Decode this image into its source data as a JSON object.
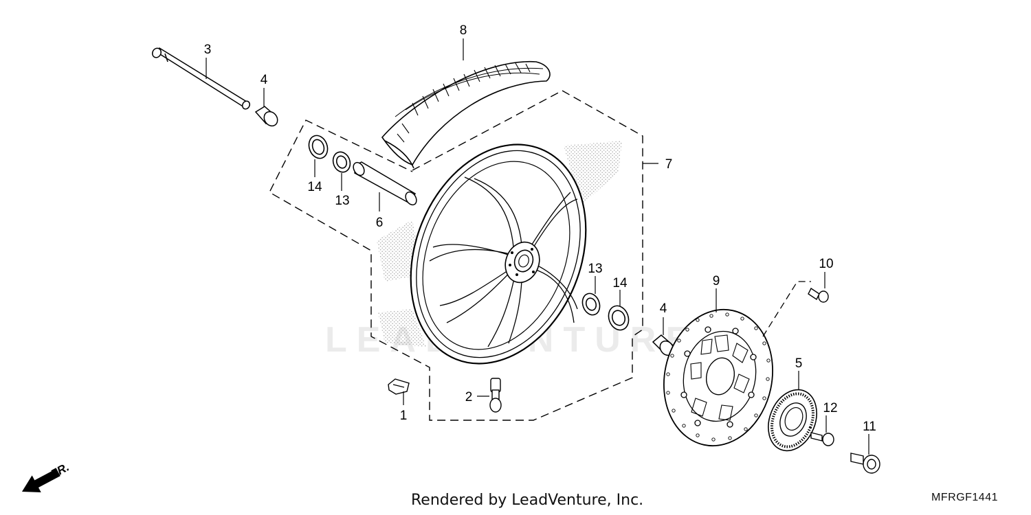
{
  "watermark": "LEADVENTURE",
  "direction_label": "FR.",
  "callouts": {
    "c1": "1",
    "c2": "2",
    "c3": "3",
    "c4a": "4",
    "c4b": "4",
    "c5": "5",
    "c6": "6",
    "c7": "7",
    "c8": "8",
    "c9": "9",
    "c10": "10",
    "c11": "11",
    "c12": "12",
    "c13a": "13",
    "c13b": "13",
    "c14a": "14",
    "c14b": "14"
  },
  "footer": {
    "credit": "Rendered by LeadVenture, Inc.",
    "code": "MFRGF1441"
  }
}
